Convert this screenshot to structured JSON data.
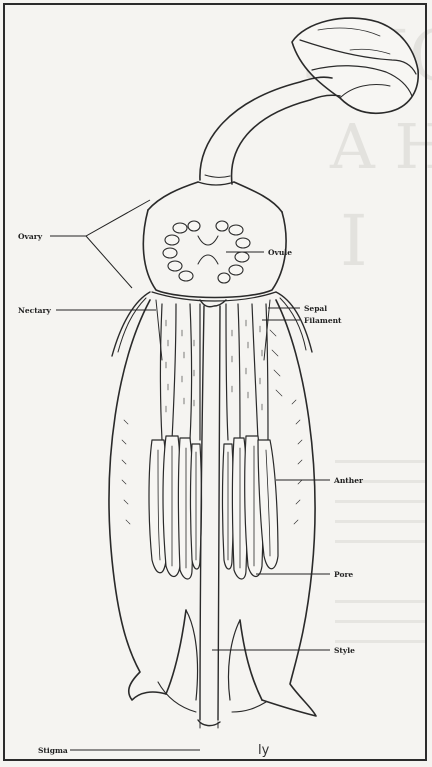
{
  "labels": {
    "ovary": "Ovary",
    "ovule": "Ovule",
    "nectary": "Nectary",
    "sepal": "Sepal",
    "filament": "Filament",
    "anther": "Anther",
    "pore": "Pore",
    "style": "Style",
    "stigma": "Stigma"
  },
  "signature": "ly",
  "colors": {
    "ink": "#2a2a2a",
    "paper": "#f5f4f1"
  }
}
